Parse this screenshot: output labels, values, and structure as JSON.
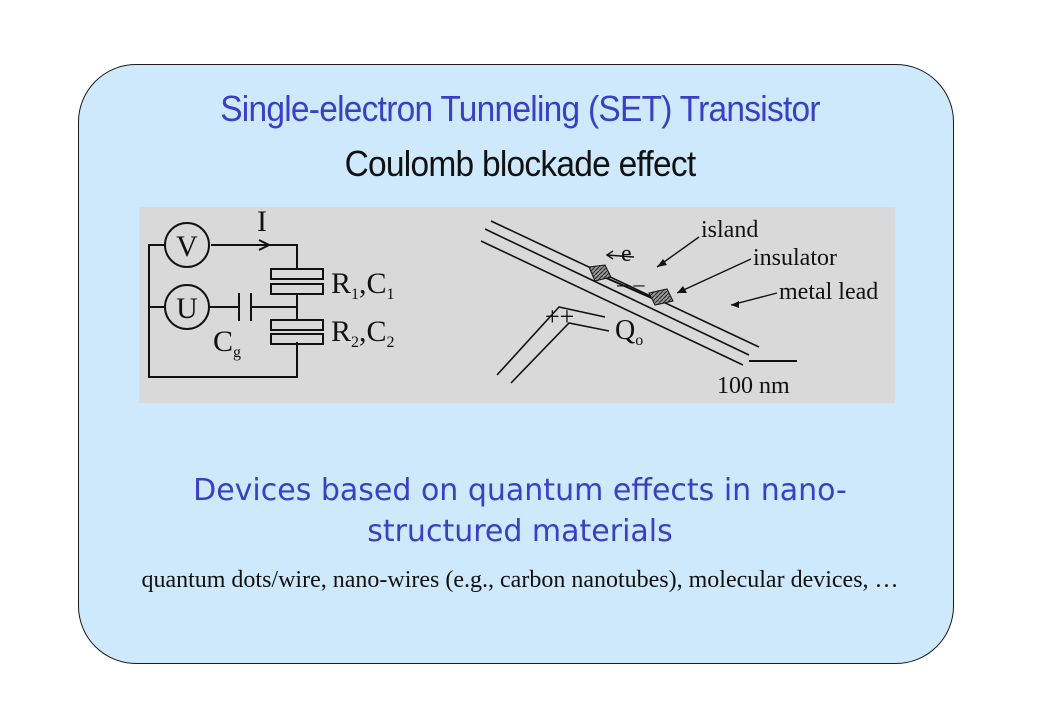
{
  "slide": {
    "title": "Single-electron Tunneling (SET) Transistor",
    "subtitle": "Coulomb blockade effect",
    "heading": "Devices based on quantum effects in nano-structured materials",
    "body": "quantum dots/wire, nano-wires (e.g., carbon nanotubes), molecular devices, …"
  },
  "figure": {
    "circuit": {
      "voltmeter": "V",
      "source": "U",
      "current": "I",
      "gate_cap": "C",
      "gate_cap_sub": "g",
      "junction1_r": "R",
      "junction1_r_sub": "1",
      "junction1_c": "C",
      "junction1_c_sub": "1",
      "junction2_r": "R",
      "junction2_r_sub": "2",
      "junction2_c": "C",
      "junction2_c_sub": "2"
    },
    "device": {
      "electron": "e",
      "island": "island",
      "insulator": "insulator",
      "metal_lead": "metal lead",
      "gate_charge_label": "++",
      "island_charge": "– –",
      "charge_q": "Q",
      "charge_q_sub": "o",
      "scale": "100 nm"
    }
  }
}
